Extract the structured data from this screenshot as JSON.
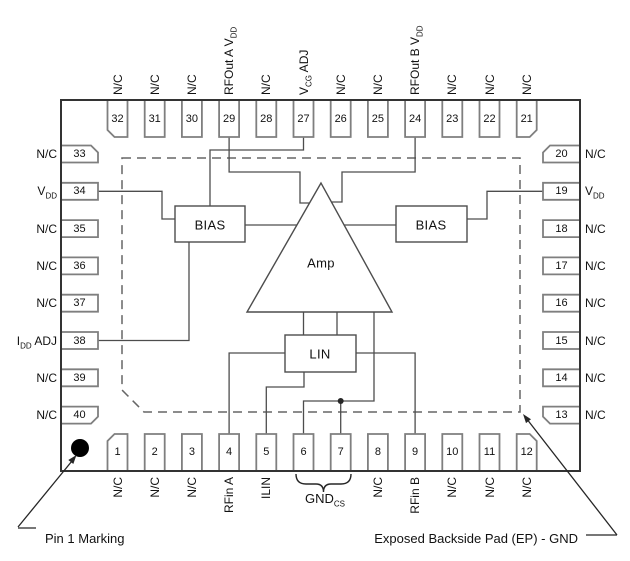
{
  "diagram": {
    "type": "ic-pinout",
    "package": "40-pin quad flat package with exposed pad",
    "blocks": {
      "bias_left": "BIAS",
      "bias_right": "BIAS",
      "amp": "Amp",
      "lin": "LIN"
    },
    "pins": {
      "top": [
        {
          "num": "32",
          "label": "N/C"
        },
        {
          "num": "31",
          "label": "N/C"
        },
        {
          "num": "30",
          "label": "N/C"
        },
        {
          "num": "29",
          "label": "RFOut A V~DD~"
        },
        {
          "num": "28",
          "label": "N/C"
        },
        {
          "num": "27",
          "label": "V~CG~ ADJ"
        },
        {
          "num": "26",
          "label": "N/C"
        },
        {
          "num": "25",
          "label": "N/C"
        },
        {
          "num": "24",
          "label": "RFOut B V~DD~"
        },
        {
          "num": "23",
          "label": "N/C"
        },
        {
          "num": "22",
          "label": "N/C"
        },
        {
          "num": "21",
          "label": "N/C"
        }
      ],
      "bottom": [
        {
          "num": "1",
          "label": "N/C"
        },
        {
          "num": "2",
          "label": "N/C"
        },
        {
          "num": "3",
          "label": "N/C"
        },
        {
          "num": "4",
          "label": "RFin A"
        },
        {
          "num": "5",
          "label": "ILIN"
        },
        {
          "num": "6",
          "label": ""
        },
        {
          "num": "7",
          "label": ""
        },
        {
          "num": "8",
          "label": "N/C"
        },
        {
          "num": "9",
          "label": "RFin B"
        },
        {
          "num": "10",
          "label": "N/C"
        },
        {
          "num": "11",
          "label": "N/C"
        },
        {
          "num": "12",
          "label": "N/C"
        }
      ],
      "left": [
        {
          "num": "33",
          "label": "N/C"
        },
        {
          "num": "34",
          "label": "V~DD~"
        },
        {
          "num": "35",
          "label": "N/C"
        },
        {
          "num": "36",
          "label": "N/C"
        },
        {
          "num": "37",
          "label": "N/C"
        },
        {
          "num": "38",
          "label": "I~DD~ ADJ"
        },
        {
          "num": "39",
          "label": "N/C"
        },
        {
          "num": "40",
          "label": "N/C"
        }
      ],
      "right": [
        {
          "num": "20",
          "label": "N/C"
        },
        {
          "num": "19",
          "label": "V~DD~"
        },
        {
          "num": "18",
          "label": "N/C"
        },
        {
          "num": "17",
          "label": "N/C"
        },
        {
          "num": "16",
          "label": "N/C"
        },
        {
          "num": "15",
          "label": "N/C"
        },
        {
          "num": "14",
          "label": "N/C"
        },
        {
          "num": "13",
          "label": "N/C"
        }
      ]
    },
    "gnd_group": {
      "label_main": "GND",
      "label_sub": "CS",
      "pins": [
        "6",
        "7"
      ]
    },
    "annotations": {
      "pin1_marking": "Pin 1 Marking",
      "exposed_pad": "Exposed Backside Pad (EP) - GND"
    },
    "colors": {
      "wire": "#4d4d4d",
      "pin_border": "#7f7f7f",
      "chip_outline": "#333333",
      "dashed_pad": "#666666",
      "text": "#111111"
    }
  }
}
